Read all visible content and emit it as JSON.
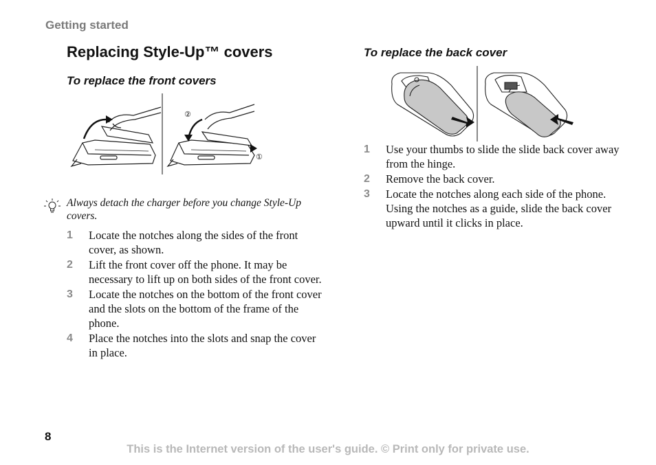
{
  "header": {
    "section": "Getting started"
  },
  "title": "Replacing Style-Up™ covers",
  "front": {
    "heading": "To replace the front covers",
    "figure_callouts": [
      "②",
      "①"
    ],
    "tip": "Always detach the charger before you change Style-Up covers.",
    "steps": [
      {
        "num": "1",
        "text": "Locate the notches along the sides of the front cover, as shown."
      },
      {
        "num": "2",
        "text": "Lift the front cover off the phone. It may be necessary to lift up on both sides of the front cover."
      },
      {
        "num": "3",
        "text": "Locate the notches on the bottom of the front cover and the slots on the bottom of the frame of the phone."
      },
      {
        "num": "4",
        "text": "Place the notches into the slots and snap the cover in place."
      }
    ]
  },
  "back": {
    "heading": "To replace the back cover",
    "steps": [
      {
        "num": "1",
        "text": "Use your thumbs to slide the slide back cover away from the hinge."
      },
      {
        "num": "2",
        "text": "Remove the back cover."
      },
      {
        "num": "3",
        "text": "Locate the notches along each side of the phone. Using the notches as a guide, slide the back cover upward until it clicks in place."
      }
    ]
  },
  "page_number": "8",
  "footer": "This is the Internet version of the user's guide. © Print only for private use.",
  "icons": [
    "lightbulb-tip-icon"
  ]
}
